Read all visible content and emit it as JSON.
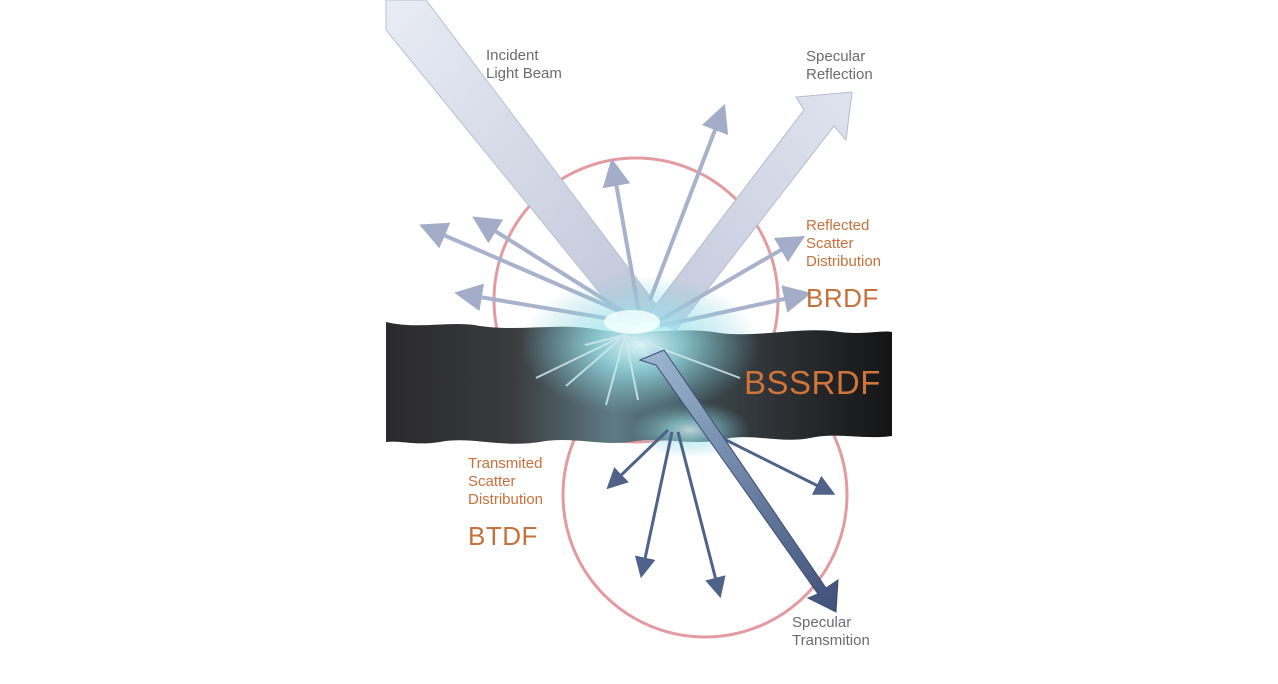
{
  "labels": {
    "incident": [
      "Incident",
      "Light Beam"
    ],
    "specular_reflection": [
      "Specular",
      "Reflection"
    ],
    "reflected_scatter": [
      "Reflected",
      "Scatter",
      "Distribution"
    ],
    "brdf": "BRDF",
    "bssrdf": "BSSRDF",
    "transmitted_scatter": [
      "Transmited",
      "Scatter",
      "Distribution"
    ],
    "btdf": "BTDF",
    "specular_transmission": [
      "Specular",
      "Transmition"
    ]
  },
  "colors": {
    "label_gray": "#6b6b70",
    "label_orange": "#c8703a",
    "lobe_circle": "#e39aa0",
    "arrow_light": "#a9b2cb",
    "arrow_dark": "#4a5b80",
    "material_dark": "#1a1a1c",
    "glow": "#bff3f7"
  }
}
